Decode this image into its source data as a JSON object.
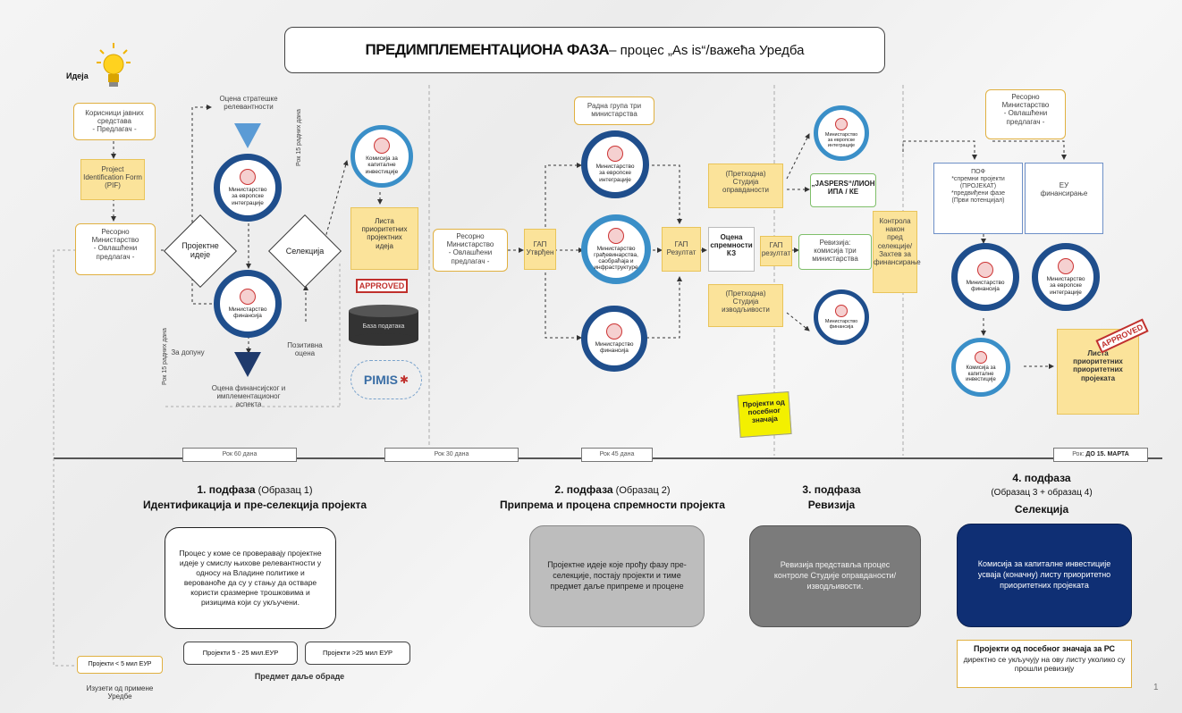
{
  "title": {
    "bold": "ПРЕДИМПЛЕМЕНТАЦИОНА ФАЗА",
    "rest": " – процес „As is“/важећа Уредба"
  },
  "colors": {
    "navy": "#1f4e8c",
    "light_blue": "#3a8fc8",
    "yellow": "#fbe39a",
    "dark_navy": "#0f2f74",
    "approved_red": "#c0302c"
  },
  "idea": {
    "label": "Идеја",
    "icon": "lightbulb-icon"
  },
  "phase1": {
    "proposer": "Корисници јавних средстава\n- Предлагач -",
    "project_form": "Project Identification Form\n(PIF)",
    "ministry_proposer": "Ресорно\nМинистарство\n- Овлашћени\nпредлагач -",
    "strategy_eval": "Оцена стратешке\nрелевантности",
    "eu_ministry": "Министарство за европске интеграције",
    "finance_ministry": "Министарство финансија",
    "finance_eval": "Оцена финансијског и имплементационог\nаспекта",
    "diamond_ideas": "Пројектне\nидеје",
    "diamond_selection": "Селекција",
    "deadline_15a": "Рок 15 радних дана",
    "deadline_15b": "Рок 15 радних дана",
    "for_supplement": "За допуну",
    "positive_eval": "Позитивна\nоцена",
    "commission": "Комисија за капиталне инвестиције",
    "priority_list": "Листа\nприоритетних\nпројектних\nидеја",
    "approved": "APPROVED",
    "database": "База података",
    "pimis": "PIMIS"
  },
  "phase2": {
    "ministry_proposer": "Ресорно\nМинистарство\n- Овлашћени\nпредлагач -",
    "working_group": "Радна група три\nминистарства",
    "gap_start": "ГАП\nУтврђен",
    "eu_ministry": "Министарство за европске интеграције",
    "ministry_mid": "Министарство грађевинарства, саобраћаја и инфраструктуре",
    "finance_ministry": "Министарство финансија",
    "gap_result": "ГАП\nРезултат",
    "readiness_eval": "Оцена\nспремности\nКЗ"
  },
  "phase3": {
    "study_feasibility": "(Претходна)\nСтудија\nоправданости",
    "study_impl": "(Претходна)\nСтудија\nизводљивости",
    "ministry_top": "Министарство за европске интеграције",
    "jaspers": "„JASPERS“/ЛИОН\nИПА / КЕ",
    "gap_small": "ГАП\nрезултат",
    "review_commission": "Ревизија:\nкомисија три\nминистарства",
    "finance_ministry": "Министарство финансија",
    "control": "Контрола\nнакон\nпред\nселекције/\nЗахтев за\nфинансирање",
    "special_projects": "Пројекти од\nпосебног\nзначаја"
  },
  "phase4": {
    "ministry_proposer": "Ресорно\nМинистарство\n- Овлашћени\nпредлагач -",
    "pof": "ПОФ\n*спремни пројекти (ПРОЈЕКАТ)\n*предвиђени фазе\n(Први потенцијал)",
    "eu_funding": "ЕУ\nфинансирање",
    "finance_ministry": "Министарство финансија",
    "eu_ministry": "Министарство за европске интеграције",
    "commission": "Комисија за капиталне инвестиције",
    "priority_list": "Листа\nприоритетних\nприоритетних\nпројеката",
    "approved": "APPROVED"
  },
  "timeline": {
    "r1": "Рок 60 дана",
    "r2": "Рок 30 дана",
    "r3": "Рок 45 дана",
    "r4_pre": "Рок: ",
    "r4_bold": "ДО 15. МАРТА"
  },
  "sub1": {
    "head": "1.     подфаза",
    "sample": " (Образац 1)",
    "title": "Идентификација и пре-селекција пројекта",
    "desc": "Процес у коме се проверавају пројектне идеје у смислу њихове релевантности у односу на Владине политике и верованоће да су у стању да остваре користи сразмерне трошковима и ризицима који су укључени.",
    "proj_small": "Пројекти 5 - 25 мил.ЕУР",
    "proj_big": "Пројекти >25 мил ЕУР",
    "subject": "Предмет даље обраде",
    "under5": "Пројекти < 5 мил ЕУР",
    "exempt": "Изузети од примене\nУредбе"
  },
  "sub2": {
    "head": "2. подфаза",
    "sample": " (Образац 2)",
    "title": "Припрема и процена спремности пројекта",
    "desc": "Пројектне идеје које прођу фазу пре-селекције, постају пројекти и тиме предмет даље припреме и процене"
  },
  "sub3": {
    "head": "3. подфаза",
    "title": "Ревизија",
    "desc": "Ревизија представља процес контроле Студије оправданости/изводљивости."
  },
  "sub4": {
    "head": "4. подфаза",
    "sample": "(Образац 3 + образац 4)",
    "title": "Селекција",
    "desc": "Комисија за капиталне инвестиције усваја (коначну) листу приоритетно приоритетних пројеката",
    "special_title": "Пројекти од посебног значаја за РС",
    "special_desc": "директно се укључују на ову листу уколико су прошли ревизију"
  },
  "page_number": "1"
}
